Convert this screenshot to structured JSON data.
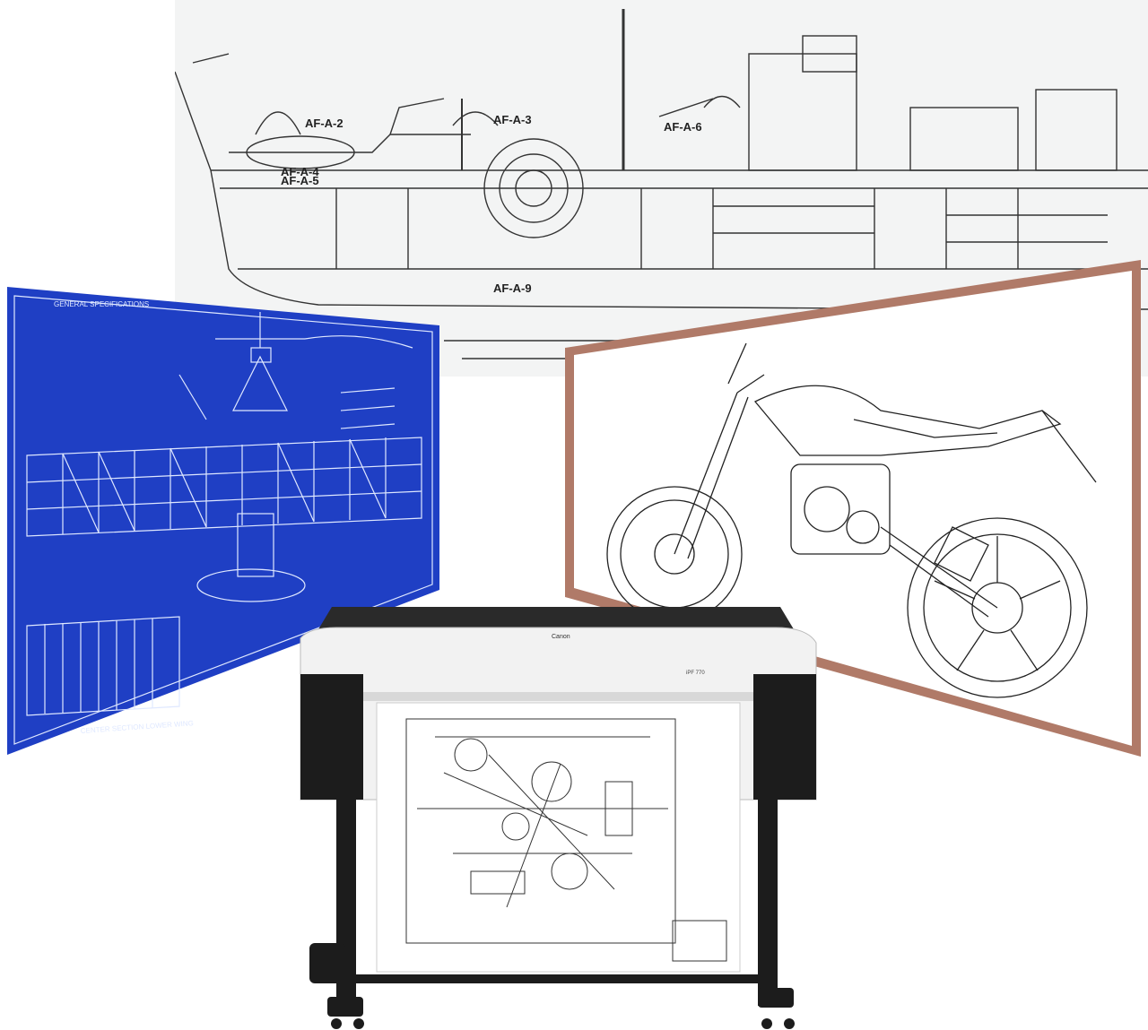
{
  "scene": {
    "ship_drawing": {
      "labels": [
        "AF-A-2",
        "AF-A-3",
        "AF-A-6",
        "AF-A-4",
        "AF-A-5",
        "AF-A-9"
      ]
    },
    "blueprint": {
      "heading": "GENERAL SPECIFICATIONS",
      "footer": "CENTER SECTION  LOWER WING"
    },
    "motorcycle": {
      "frame_color": "#b07a68"
    },
    "printer": {
      "brand": "Canon",
      "model": "iPF 770",
      "body_color": "#f2f2f2",
      "side_color": "#1c1c1c"
    },
    "colors": {
      "blueprint_bg": "#1f3fc4",
      "blueprint_line": "#dfe8ff",
      "ink": "#222222"
    }
  }
}
